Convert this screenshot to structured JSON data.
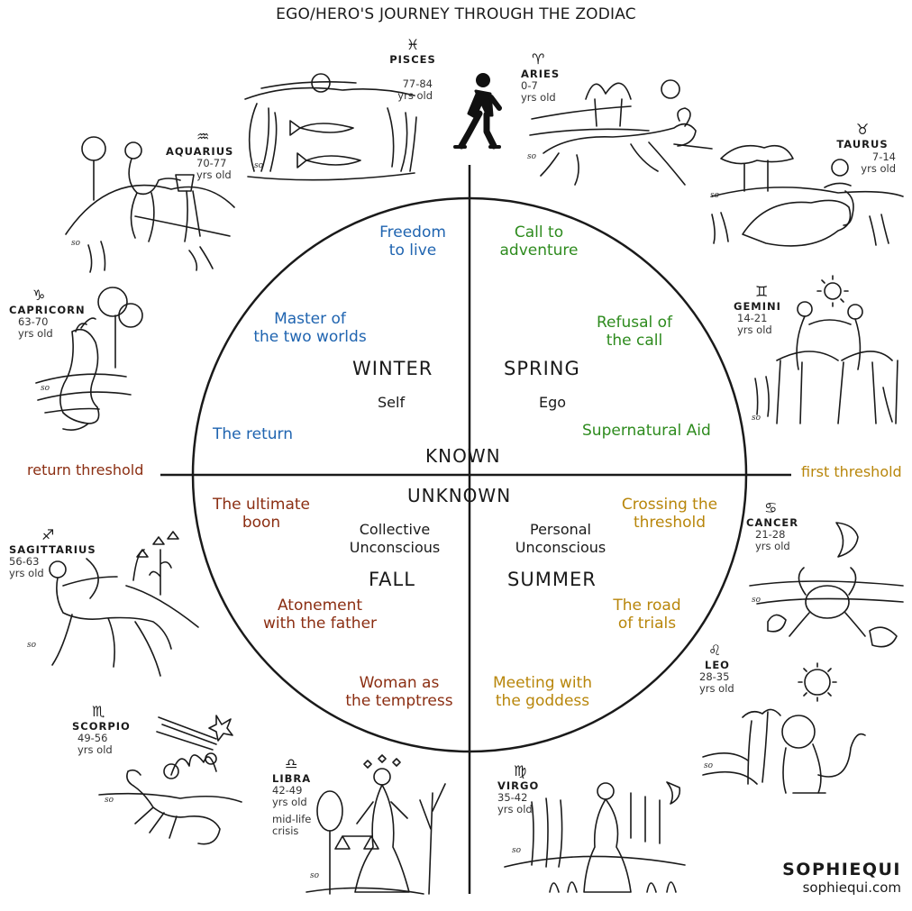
{
  "title": "EGO/HERO'S JOURNEY THROUGH THE ZODIAC",
  "colors": {
    "winter": "#1f64b0",
    "spring": "#2e8b1e",
    "summer": "#b8860b",
    "fall": "#8b2e12",
    "ink": "#1a1a1a"
  },
  "quadrants": {
    "winter": {
      "season": "WINTER",
      "aspect": "Self"
    },
    "spring": {
      "season": "SPRING",
      "aspect": "Ego"
    },
    "fall": {
      "season": "FALL",
      "aspect_line1": "Collective",
      "aspect_line2": "Unconscious"
    },
    "summer": {
      "season": "SUMMER",
      "aspect_line1": "Personal",
      "aspect_line2": "Unconscious"
    }
  },
  "axis": {
    "known": "KNOWN",
    "unknown": "UNKNOWN"
  },
  "thresholds": {
    "left": "return threshold",
    "right": "first threshold"
  },
  "stages": {
    "freedom": [
      "Freedom",
      "to live"
    ],
    "call": [
      "Call to",
      "adventure"
    ],
    "master": [
      "Master of",
      "the two worlds"
    ],
    "refusal": [
      "Refusal of",
      "the call"
    ],
    "return": "The return",
    "aid": "Supernatural Aid",
    "boon": [
      "The ultimate",
      "boon"
    ],
    "crossing": [
      "Crossing the",
      "threshold"
    ],
    "atonement": [
      "Atonement",
      "with the father"
    ],
    "trials": [
      "The road",
      "of trials"
    ],
    "woman": [
      "Woman as",
      "the temptress"
    ],
    "goddess": [
      "Meeting with",
      "the goddess"
    ]
  },
  "signs": {
    "pisces": {
      "glyph": "♓",
      "name": "PISCES",
      "age1": "77-84",
      "age2": "yrs old"
    },
    "aries": {
      "glyph": "♈",
      "name": "ARIES",
      "age1": "0-7",
      "age2": "yrs old"
    },
    "aquarius": {
      "glyph": "♒",
      "name": "AQUARIUS",
      "age1": "70-77",
      "age2": "yrs old"
    },
    "taurus": {
      "glyph": "♉",
      "name": "TAURUS",
      "age1": "7-14",
      "age2": "yrs old"
    },
    "capricorn": {
      "glyph": "♑",
      "name": "CAPRICORN",
      "age1": "63-70",
      "age2": "yrs old"
    },
    "gemini": {
      "glyph": "♊",
      "name": "GEMINI",
      "age1": "14-21",
      "age2": "yrs old"
    },
    "sagittarius": {
      "glyph": "♐",
      "name": "SAGITTARIUS",
      "age1": "56-63",
      "age2": "yrs old"
    },
    "cancer": {
      "glyph": "♋",
      "name": "CANCER",
      "age1": "21-28",
      "age2": "yrs old"
    },
    "scorpio": {
      "glyph": "♏",
      "name": "SCORPIO",
      "age1": "49-56",
      "age2": "yrs old"
    },
    "leo": {
      "glyph": "♌",
      "name": "LEO",
      "age1": "28-35",
      "age2": "yrs old"
    },
    "libra": {
      "glyph": "♎",
      "name": "LIBRA",
      "age1": "42-49",
      "age2": "yrs old",
      "note1": "mid-life",
      "note2": "crisis"
    },
    "virgo": {
      "glyph": "♍",
      "name": "VIRGO",
      "age1": "35-42",
      "age2": "yrs old"
    }
  },
  "credit": {
    "brand": "SOPHIEQUI",
    "url": "sophiequi.com"
  },
  "icons": [
    "walking-person-icon"
  ]
}
